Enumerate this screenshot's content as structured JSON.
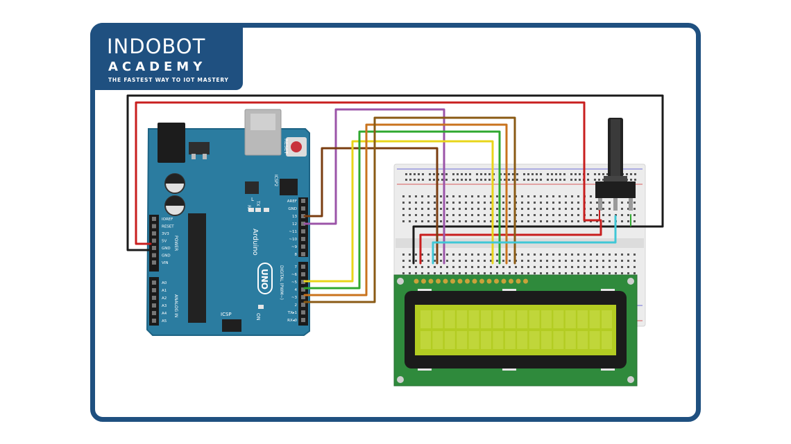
{
  "brand": {
    "title": "INDOBOT",
    "subtitle": "ACADEMY",
    "tagline": "THE FASTEST WAY TO IOT MASTERY"
  },
  "arduino": {
    "board": "UNO",
    "maker": "Arduino",
    "reset_label": "RESET",
    "icsp2_label": "ICSP2",
    "icsp_label": "ICSP",
    "on_label": "ON",
    "l_label": "L",
    "tx_label": "TX",
    "rx_label": "RX",
    "power_label": "POWER",
    "analog_label": "ANALOG IN",
    "digital_label": "DIGITAL (PWM~)",
    "power_pins": [
      "IOREF",
      "RESET",
      "3V3",
      "5V",
      "GND",
      "GND",
      "VIN"
    ],
    "analog_pins": [
      "A0",
      "A1",
      "A2",
      "A3",
      "A4",
      "A5"
    ],
    "digital_pins_top": [
      "AREF",
      "GND",
      "13",
      "12",
      "~11",
      "~10",
      "~9",
      "8"
    ],
    "digital_pins_bottom": [
      "7",
      "~6",
      "~5",
      "4",
      "~3",
      "2",
      "TX▸1",
      "RX◂0"
    ]
  },
  "colors": {
    "frame": "#1f5080",
    "board": "#2b7ca0",
    "breadboard": "#ececec",
    "lcd_pcb": "#2f8a3c",
    "lcd_screen": "#b3cc22",
    "wire_red": "#c81e1e",
    "wire_black": "#1a1a1a",
    "wire_purple": "#9b54a8",
    "wire_brown": "#7a3d10",
    "wire_yellow": "#e8d51a",
    "wire_green": "#2fa82f",
    "wire_orange": "#c9731d",
    "wire_darkbrown": "#8a5a14",
    "wire_cyan": "#3fc7d6"
  }
}
